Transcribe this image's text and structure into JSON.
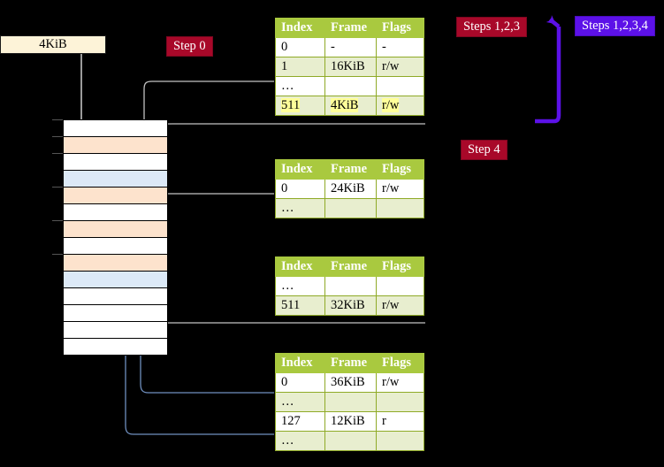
{
  "diagram": {
    "title_hidden": "",
    "colors": {
      "table_header": "#a9c93f",
      "table_alt_row": "#e8eecf",
      "highlight": "#ffff99",
      "mem_orange": "#fde3cd",
      "mem_blue": "#dce9f7",
      "badge_crimson": "#a80829",
      "badge_violet": "#5c11e8",
      "wire_gray": "#c8c8c8",
      "wire_blue": "#6f8fbf",
      "label_box": "#fdf3d8"
    }
  },
  "labels": {
    "frame_size": "4KiB",
    "step0": "Step 0",
    "step4": "Step 4",
    "steps123": "Steps 1,2,3",
    "steps1234": "Steps 1,2,3,4"
  },
  "columns": {
    "index": "Index",
    "frame": "Frame",
    "flags": "Flags"
  },
  "tables": [
    {
      "name": "pml4",
      "rows": [
        {
          "index": "0",
          "frame": "-",
          "flags": "-",
          "style": "plain",
          "highlight": false
        },
        {
          "index": "1",
          "frame": "16KiB",
          "flags": "r/w",
          "style": "alt",
          "highlight": false
        },
        {
          "index": "…",
          "frame": "",
          "flags": "",
          "style": "plain",
          "highlight": false
        },
        {
          "index": "511",
          "frame": "4KiB",
          "flags": "r/w",
          "style": "alt",
          "highlight": true
        }
      ]
    },
    {
      "name": "pdp",
      "rows": [
        {
          "index": "0",
          "frame": "24KiB",
          "flags": "r/w",
          "style": "plain",
          "highlight": false
        },
        {
          "index": "…",
          "frame": "",
          "flags": "",
          "style": "alt",
          "highlight": false
        }
      ]
    },
    {
      "name": "pd",
      "rows": [
        {
          "index": "…",
          "frame": "",
          "flags": "",
          "style": "plain",
          "highlight": false
        },
        {
          "index": "511",
          "frame": "32KiB",
          "flags": "r/w",
          "style": "alt",
          "highlight": false
        }
      ]
    },
    {
      "name": "pt",
      "rows": [
        {
          "index": "0",
          "frame": "36KiB",
          "flags": "r/w",
          "style": "plain",
          "highlight": false
        },
        {
          "index": "…",
          "frame": "",
          "flags": "",
          "style": "alt",
          "highlight": false
        },
        {
          "index": "127",
          "frame": "12KiB",
          "flags": "r",
          "style": "plain",
          "highlight": false
        },
        {
          "index": "…",
          "frame": "",
          "flags": "",
          "style": "alt",
          "highlight": false
        }
      ]
    }
  ],
  "memory_column": {
    "rows": [
      {
        "fill": "white"
      },
      {
        "fill": "orange"
      },
      {
        "fill": "white"
      },
      {
        "fill": "blue"
      },
      {
        "fill": "orange"
      },
      {
        "fill": "white"
      },
      {
        "fill": "orange"
      },
      {
        "fill": "white"
      },
      {
        "fill": "orange"
      },
      {
        "fill": "blue"
      },
      {
        "fill": "white"
      },
      {
        "fill": "white"
      },
      {
        "fill": "white"
      },
      {
        "fill": "white"
      }
    ]
  }
}
